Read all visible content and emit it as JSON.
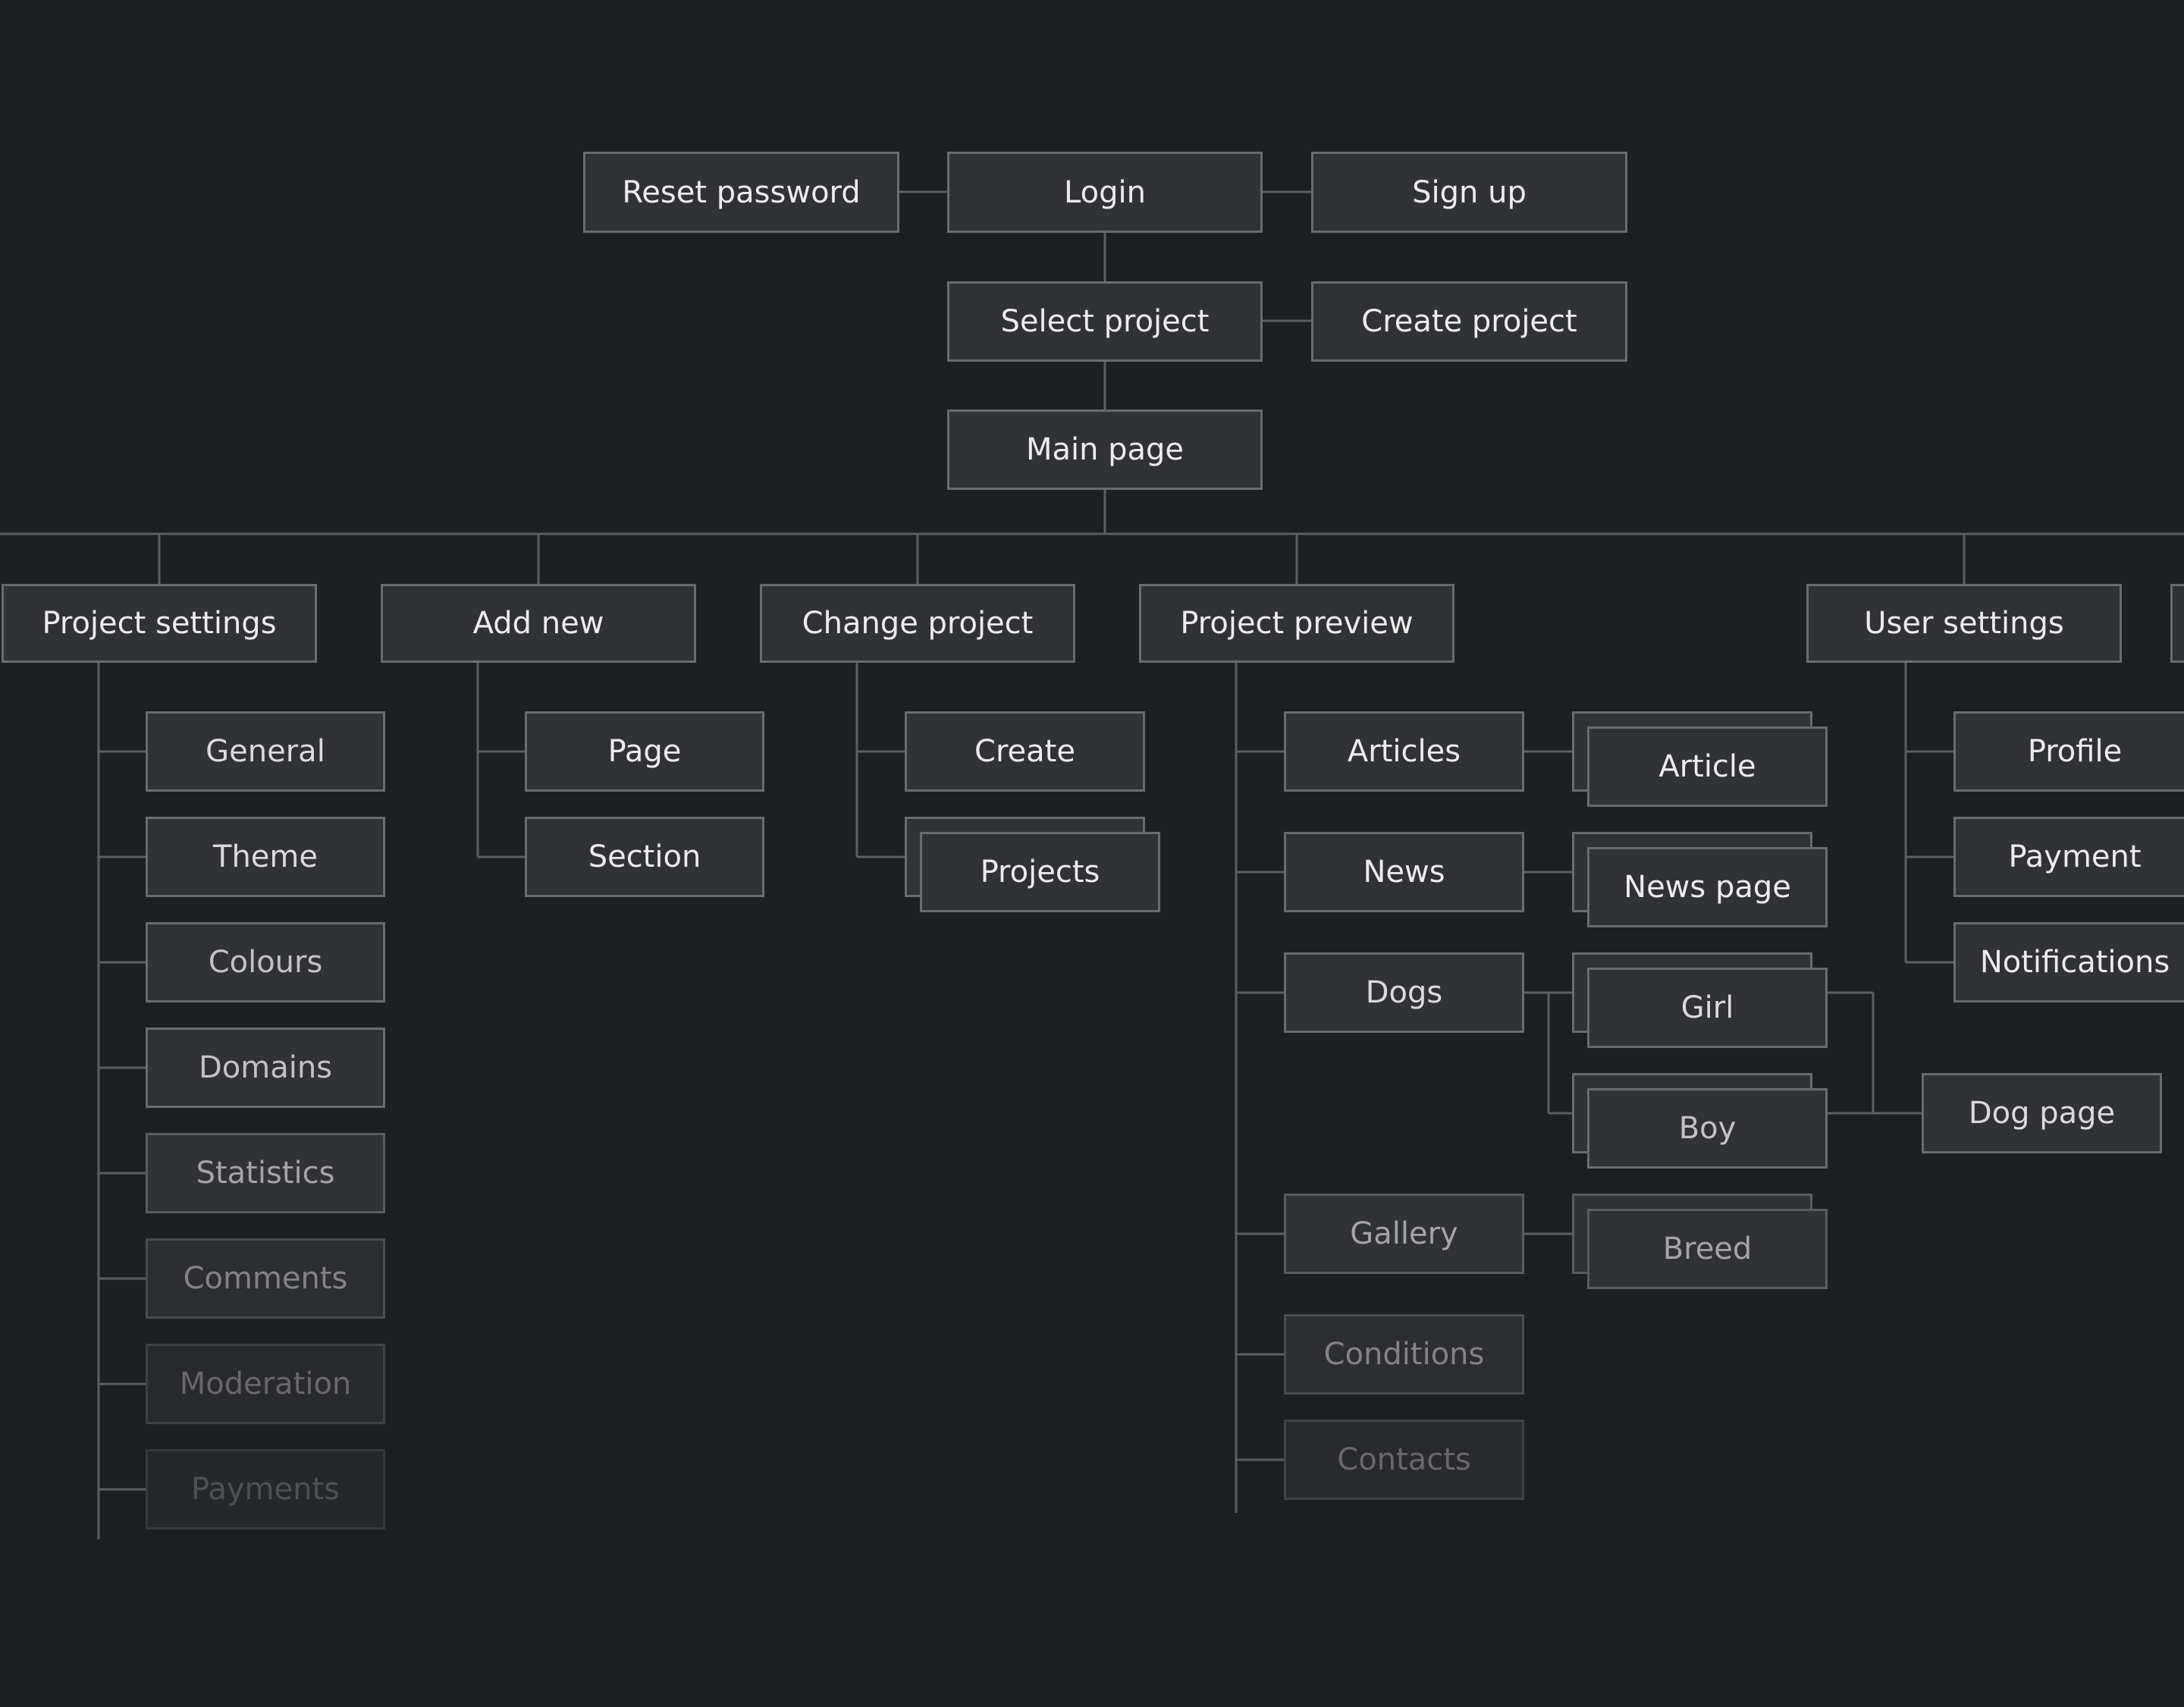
{
  "top": {
    "reset_password": "Reset password",
    "login": "Login",
    "sign_up": "Sign up",
    "select_project": "Select project",
    "create_project": "Create project",
    "main_page": "Main page"
  },
  "sections": {
    "project_settings": "Project settings",
    "add_new": "Add new",
    "change_project": "Change project",
    "project_preview": "Project preview",
    "user_settings": "User settings"
  },
  "project_settings_items": [
    "General",
    "Theme",
    "Colours",
    "Domains",
    "Statistics",
    "Comments",
    "Moderation",
    "Payments"
  ],
  "add_new_items": [
    "Page",
    "Section"
  ],
  "change_project_items": [
    "Create",
    "Projects"
  ],
  "project_preview_items": [
    "Articles",
    "News",
    "Dogs",
    "Gallery",
    "Conditions",
    "Contacts"
  ],
  "preview_children": {
    "article": "Article",
    "news_page": "News page",
    "girl": "Girl",
    "boy": "Boy",
    "breed": "Breed",
    "dog_page": "Dog page"
  },
  "user_settings_items": [
    "Profile",
    "Payment",
    "Notifications"
  ]
}
